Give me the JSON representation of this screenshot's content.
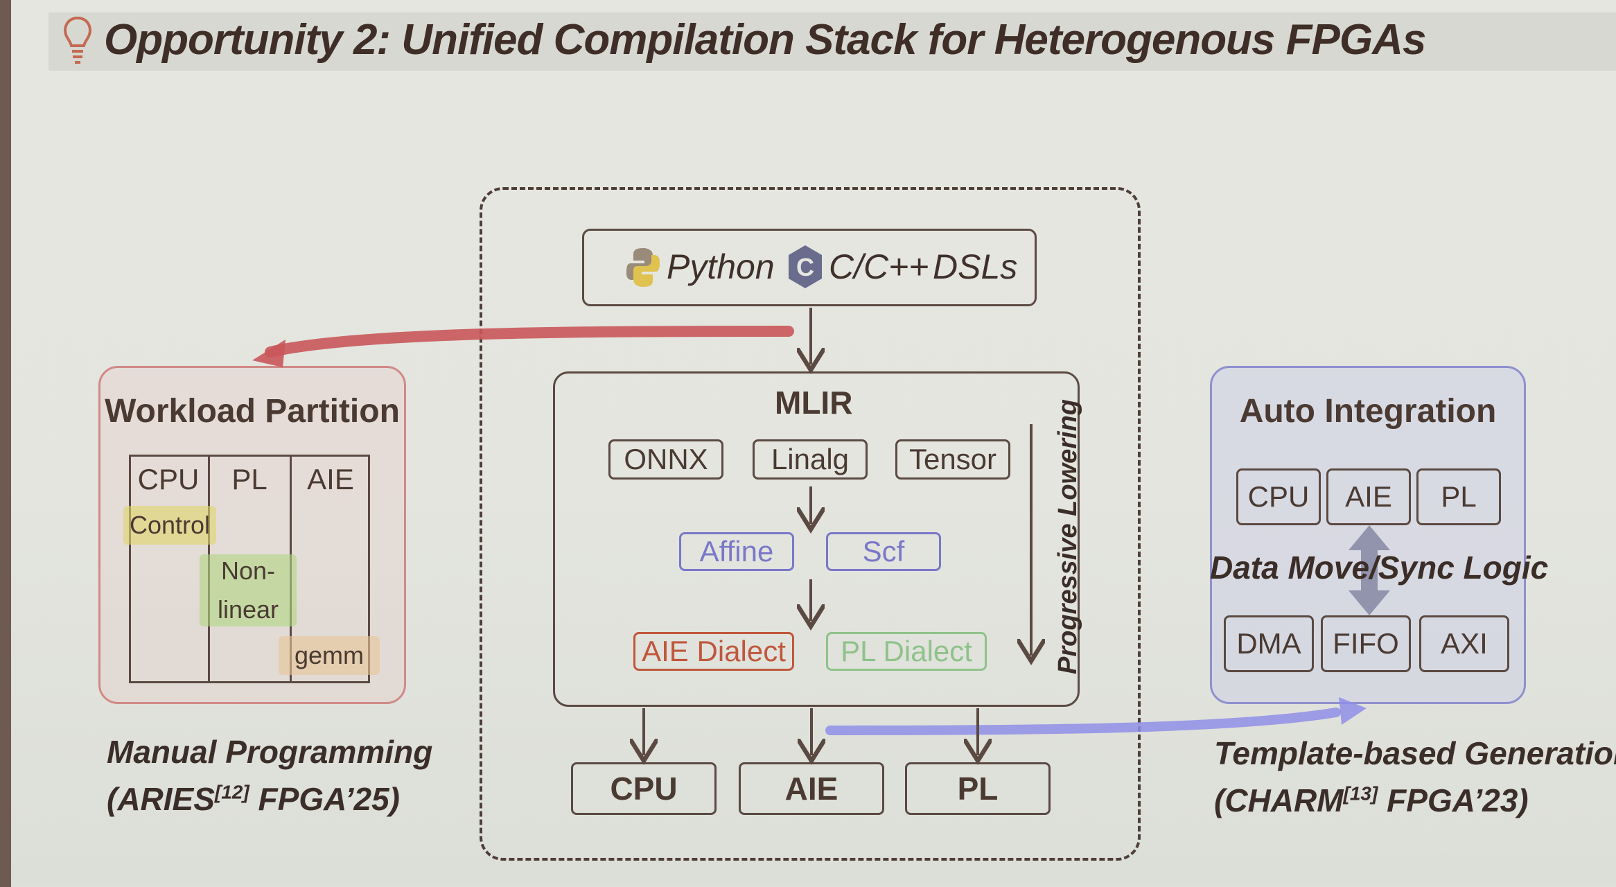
{
  "title": "Opportunity 2: Unified Compilation Stack for Heterogenous FPGAs",
  "languages": {
    "python": "Python",
    "cpp": "C/C++",
    "cpp_logo": "C",
    "dsls": "DSLs"
  },
  "mlir": {
    "title": "MLIR",
    "row1": [
      "ONNX",
      "Linalg",
      "Tensor"
    ],
    "row2": [
      "Affine",
      "Scf"
    ],
    "row3": [
      "AIE Dialect",
      "PL Dialect"
    ],
    "lowering": "Progressive Lowering"
  },
  "targets": [
    "CPU",
    "AIE",
    "PL"
  ],
  "workload": {
    "title": "Workload Partition",
    "columns": [
      "CPU",
      "PL",
      "AIE"
    ],
    "control": "Control",
    "nonlinear": "Non-\nlinear",
    "gemm": "gemm",
    "caption_line1": "Manual Programming",
    "caption_line2_pre": "(ARIES",
    "caption_line2_ref": "[12]",
    "caption_line2_post": " FPGA’25)"
  },
  "auto": {
    "title": "Auto Integration",
    "top": [
      "CPU",
      "AIE",
      "PL"
    ],
    "middle": "Data Move/Sync Logic",
    "bottom": [
      "DMA",
      "FIFO",
      "AXI"
    ],
    "caption_line1": "Template-based Generation",
    "caption_line2_pre": "(CHARM",
    "caption_line2_ref": "[13]",
    "caption_line2_post": " FPGA’23)"
  },
  "colors": {
    "red_arrow": "#c9575a",
    "blue_arrow": "#8f8ee8",
    "affine": "#7a78c8",
    "aie_dialect": "#c0573c",
    "pl_dialect": "#8fc28a",
    "workload_border": "#d08a86",
    "auto_border": "#8f90cf"
  }
}
